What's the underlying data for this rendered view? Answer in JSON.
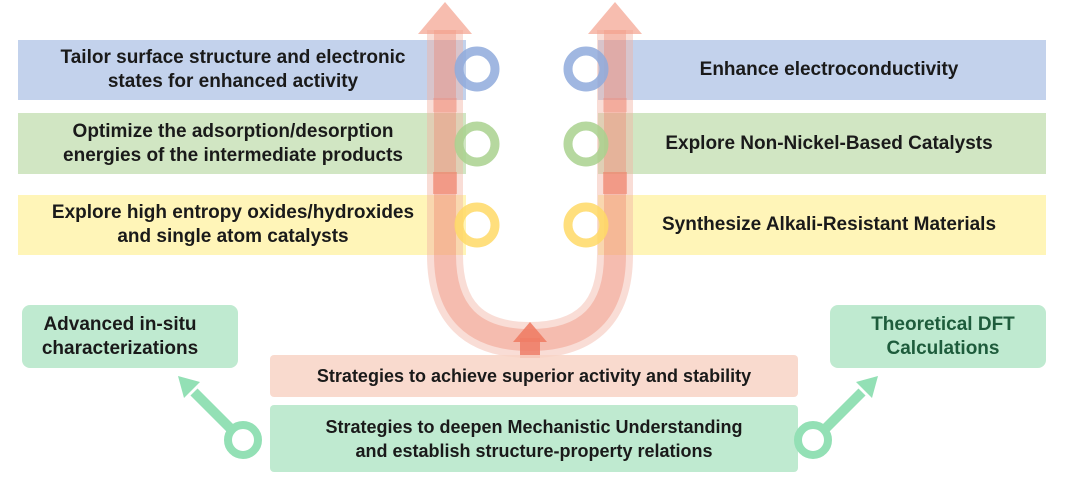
{
  "colors": {
    "blue": "#b4c7e7",
    "green": "#c6e0b4",
    "yellow": "#fff2a6",
    "mint": "#b8e8cb",
    "peach": "#f8d3c6",
    "arrow": "#ef7d66",
    "ring_blue": "#8faadc",
    "ring_green": "#a9d18e",
    "ring_yellow": "#ffd966",
    "ring_mint": "#93e0b5"
  },
  "left_items": [
    "Tailor surface structure and electronic\nstates for enhanced activity",
    "Optimize the adsorption/desorption\nenergies of the intermediate products",
    "Explore high entropy oxides/hydroxides\nand single atom catalysts"
  ],
  "right_items": [
    "Enhance electroconductivity",
    "Explore Non-Nickel-Based Catalysts",
    "Synthesize Alkali-Resistant Materials"
  ],
  "bottom": {
    "left_box": "Advanced in-situ\ncharacterizations",
    "right_box": "Theoretical DFT\nCalculations",
    "activity_strategy": "Strategies to achieve superior activity and stability",
    "mechanistic_strategy": "Strategies to deepen Mechanistic Understanding\nand establish structure-property relations"
  }
}
